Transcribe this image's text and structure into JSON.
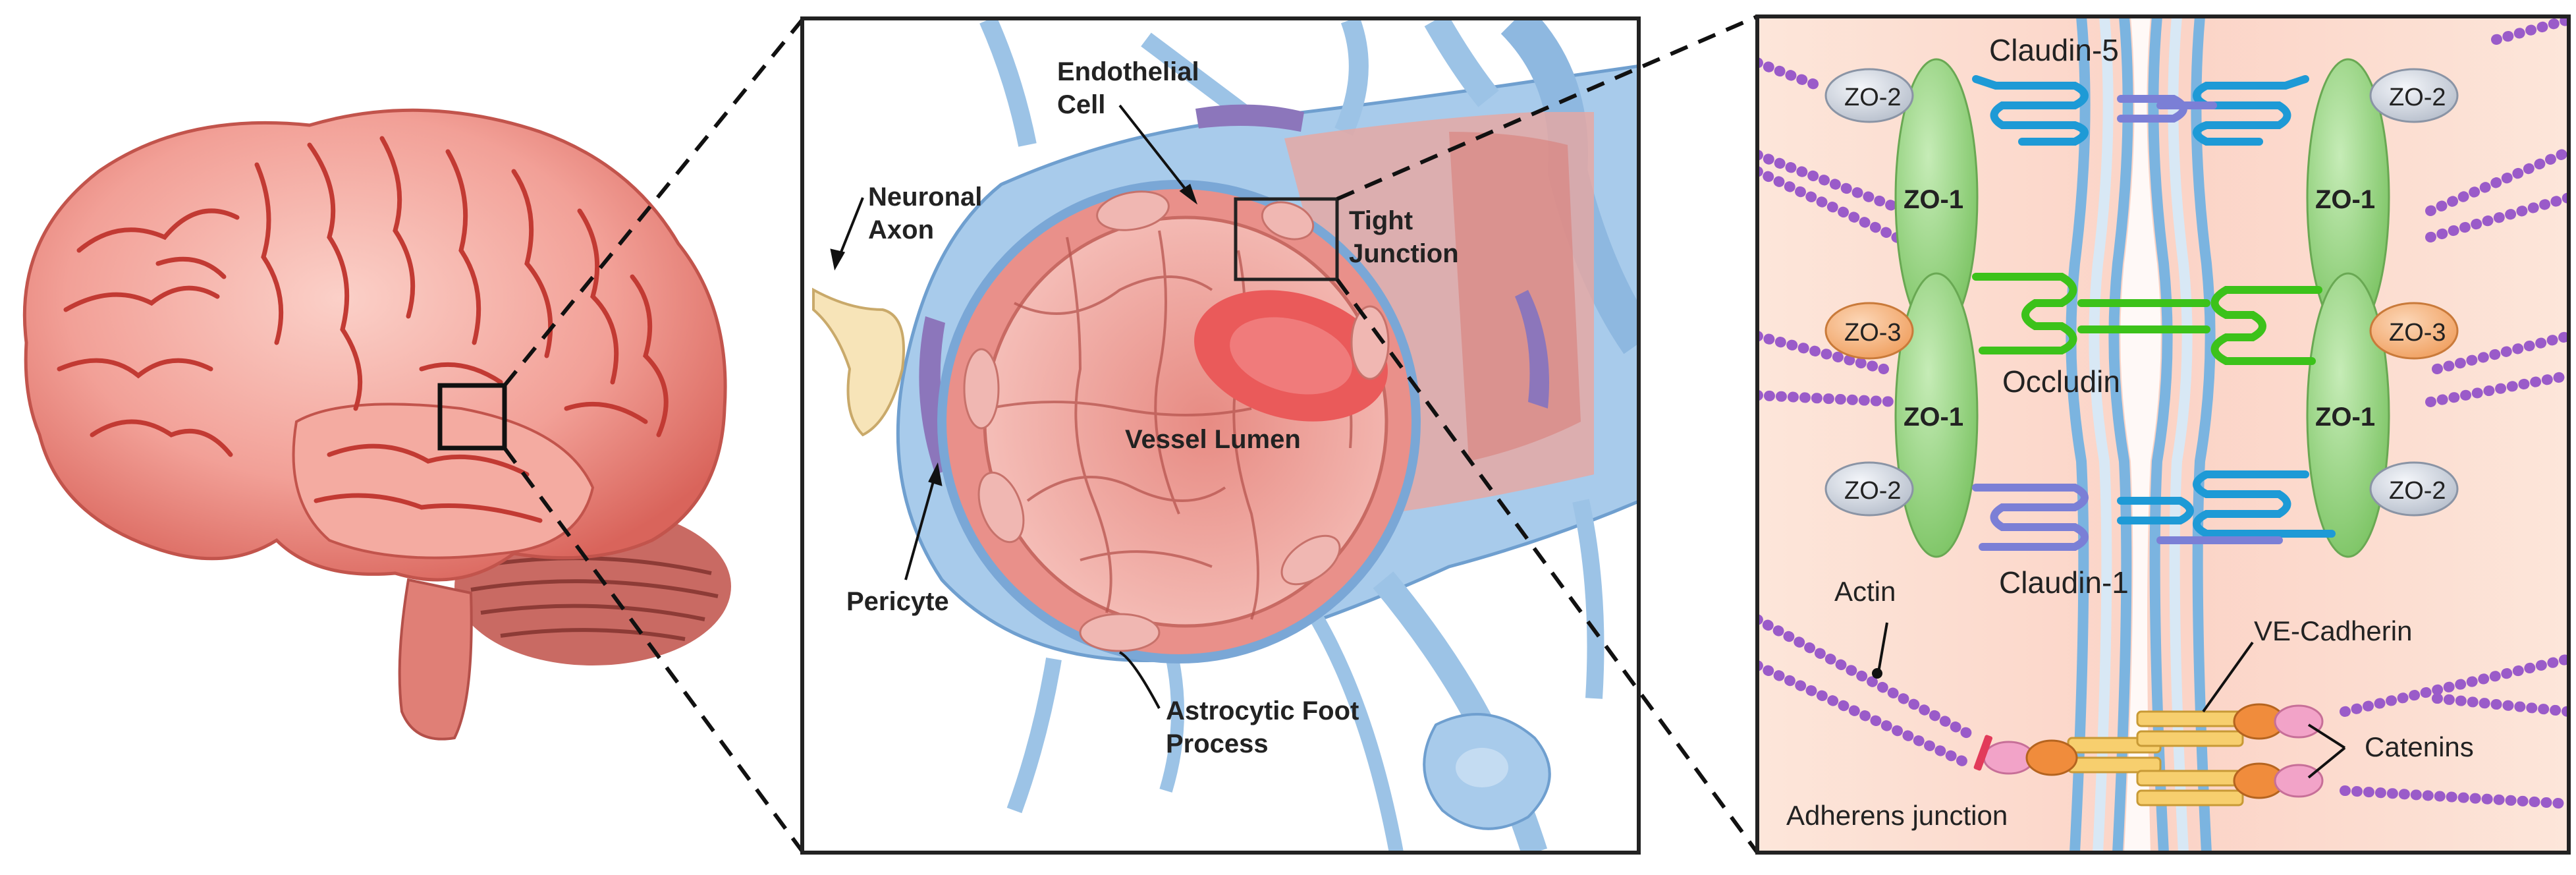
{
  "brain_panel": {},
  "vessel_panel": {
    "labels": {
      "endothelial_line1": "Endothelial",
      "endothelial_line2": "Cell",
      "neuronal_line1": "Neuronal",
      "neuronal_line2": "Axon",
      "tight_line1": "Tight",
      "tight_line2": "Junction",
      "lumen": "Vessel Lumen",
      "pericyte": "Pericyte",
      "astro_line1": "Astrocytic Foot",
      "astro_line2": "Process"
    }
  },
  "junction_panel": {
    "labels": {
      "claudin5": "Claudin-5",
      "claudin1": "Claudin-1",
      "occludin": "Occludin",
      "zo1": "ZO-1",
      "zo2": "ZO-2",
      "zo3": "ZO-3",
      "actin": "Actin",
      "ve_cadherin": "VE-Cadherin",
      "catenins": "Catenins",
      "adherens": "Adherens junction"
    }
  },
  "colors": {
    "brain": "#f3a59a",
    "brain_dark": "#c9463d",
    "vessel_blue": "#9cc3e6",
    "lumen_pink": "#f2a7a1",
    "zo1_green": "#8fd07a",
    "claudin5_blue": "#1e9ad6",
    "claudin1_purple": "#7b7fd6",
    "occludin_green": "#3cc21a",
    "actin_purple": "#9a5bc9",
    "cadherin_yellow": "#f7cf6e",
    "catenin_orange": "#f08c3c",
    "catenin_pink": "#f2a3c8"
  }
}
